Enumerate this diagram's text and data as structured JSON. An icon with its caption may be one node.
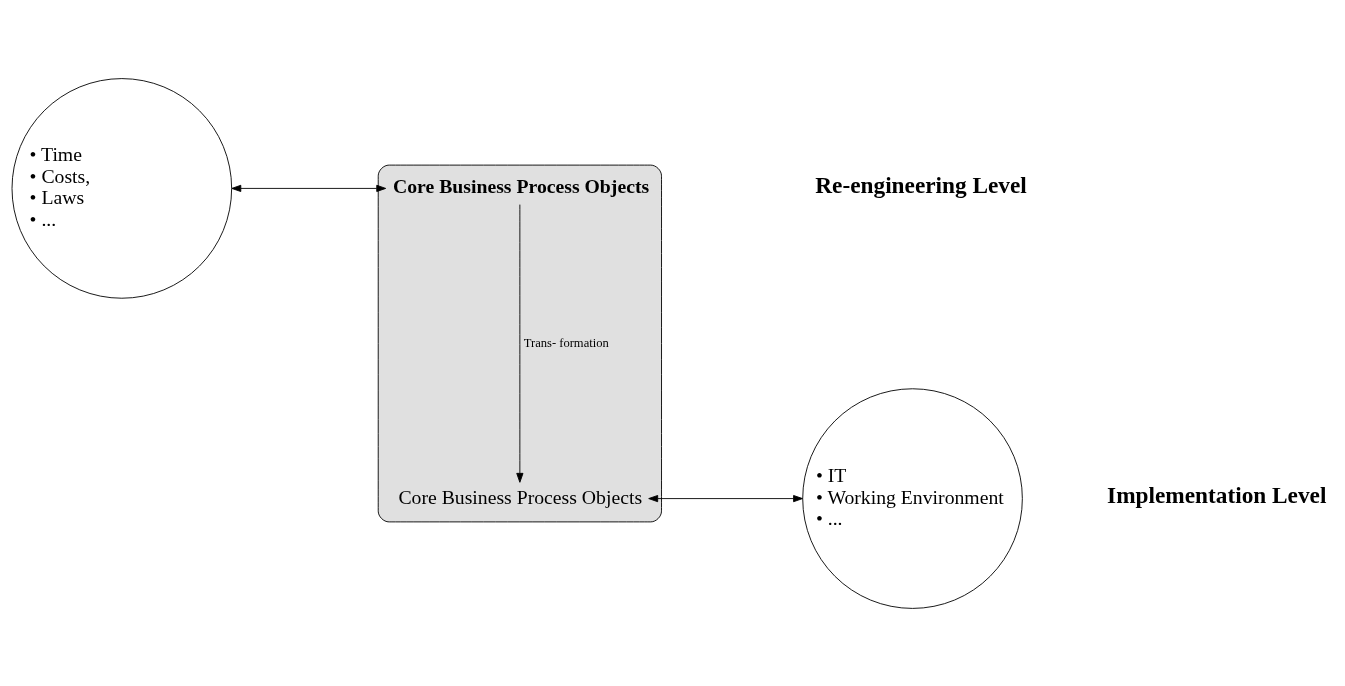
{
  "diagram": {
    "nodes": [
      {
        "text": [
          "• Time",
          "• Costs,",
          "• Laws",
          "• ..."
        ]
      },
      {
        "text": [],
        "shape": "ellipse"
      },
      {
        "text": [
          "Core Business Process Objects"
        ],
        "in": 1
      },
      {
        "text": [
          "Core Business Process Objects"
        ],
        "in": 1
      },
      {
        "text": [
          "• IT",
          "• Working Environment",
          "• ..."
        ]
      }
    ],
    "edges": [
      {
        "from": 0,
        "to": 2,
        "arrow": "both"
      },
      {
        "from": 2,
        "to": 3,
        "arrow": "to",
        "label": "Trans- formation"
      },
      {
        "from": 4,
        "to": 3,
        "arrow": "both"
      }
    ],
    "labels": [
      "Re-engineering Level",
      "Implementation Level"
    ]
  }
}
